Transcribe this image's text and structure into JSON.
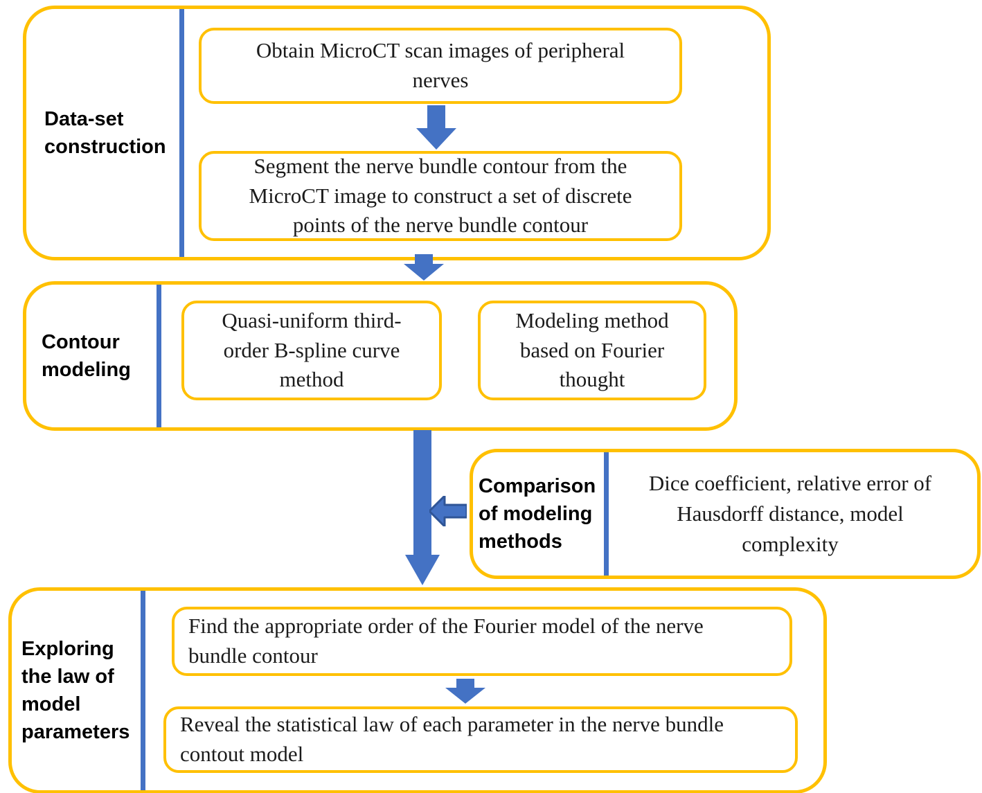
{
  "colors": {
    "gold": "#FFC000",
    "blue": "#4472C4",
    "blue_dark": "#2F5597",
    "ink": "#1b1b1b"
  },
  "sections": {
    "dataset": {
      "label": "Data-set\nconstruction",
      "step1": "Obtain MicroCT scan images of peripheral\nnerves",
      "step2": "Segment the nerve bundle contour from the\nMicroCT image to construct a set of discrete\npoints of the nerve bundle contour"
    },
    "contour": {
      "label": "Contour\nmodeling",
      "method1": "Quasi-uniform third-\norder B-spline curve\nmethod",
      "method2": "Modeling method\nbased on Fourier\nthought"
    },
    "comparison": {
      "label": "Comparison\nof modeling\nmethods",
      "metrics": "Dice coefficient, relative error of\nHausdorff distance, model\ncomplexity"
    },
    "exploring": {
      "label": "Exploring\nthe law of\nmodel\nparameters",
      "step1": "Find the appropriate order of the Fourier model of the nerve\nbundle contour",
      "step2": "Reveal the statistical law of each parameter in the nerve bundle\ncontout model"
    }
  }
}
